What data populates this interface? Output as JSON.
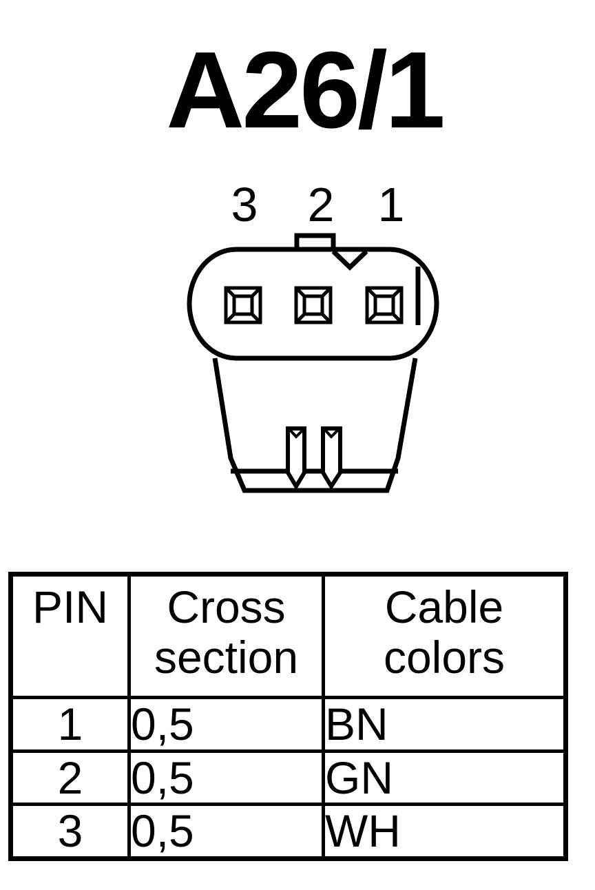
{
  "title": "A26/1",
  "pin_labels": [
    "3",
    "2",
    "1"
  ],
  "table": {
    "headers": [
      {
        "line1": "PIN",
        "line2": ""
      },
      {
        "line1": "Cross",
        "line2": "section"
      },
      {
        "line1": "Cable",
        "line2": "colors"
      }
    ],
    "rows": [
      {
        "pin": "1",
        "cross_section": "0,5",
        "color": "BN"
      },
      {
        "pin": "2",
        "cross_section": "0,5",
        "color": "GN"
      },
      {
        "pin": "3",
        "cross_section": "0,5",
        "color": "WH"
      }
    ]
  }
}
